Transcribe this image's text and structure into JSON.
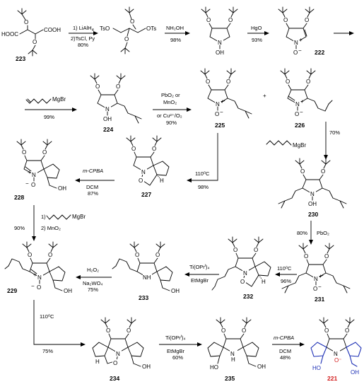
{
  "compounds": {
    "c223": "223",
    "c222": "222",
    "c224": "224",
    "c225": "225",
    "c226": "226",
    "c227": "227",
    "c228": "228",
    "c230": "230",
    "c229": "229",
    "c233": "233",
    "c232": "232",
    "c231": "231",
    "c234": "234",
    "c235": "235",
    "c221": "221"
  },
  "atoms": {
    "hooc": "HOOC",
    "cooh": "COOH",
    "o": "O",
    "ots": "OTs",
    "tso": "TsO",
    "n": "N",
    "oh": "OH",
    "nh": "NH",
    "n_plus": "N",
    "plus": "+",
    "o_minus": "O",
    "minus": "−",
    "h": "H",
    "mgbr": "MgBr",
    "ho": "HO",
    "o_minus_full": "O⁻"
  },
  "conditions": {
    "s1_line1": "1) LiAlH",
    "s1_line1_sub": "4",
    "s1_line2": "2)TsCl, Py",
    "s1_yield": "80%",
    "s2_reagent": "NH₂OH",
    "s2_yield": "98%",
    "s3_reagent": "HgO",
    "s3_yield": "93%",
    "s4_yield": "99%",
    "s5_line1": "PbO₂ or",
    "s5_line2": "MnO₂",
    "s5_line3": "or Cu²⁺/O₂",
    "s5_yield": "90%",
    "s6_temp": "110⁰C",
    "s6_yield": "98%",
    "s7_line1": "m-CPBA",
    "s7_line2": "DCM",
    "s7_yield": "87%",
    "s8_yield": "70%",
    "s9_yield": "90%",
    "s9_line1": "1)",
    "s9_line2": "2) MnO₂",
    "s10_yield": "80%",
    "s10_reagent": "PbO₂",
    "s11_line1": "H₂O₂",
    "s11_line2": "Na₂WO₄",
    "s11_yield": "75%",
    "s12_line1": "Ti(OPr",
    "s12_line1b": "i",
    "s12_line1c": ")₄",
    "s12_line2": "EtMgBr",
    "s13_temp": "110⁰C",
    "s13_yield": "96%",
    "s14_temp": "110⁰C",
    "s14_yield": "75%",
    "s15_line1": "Ti(OPr",
    "s15_line1b": "i",
    "s15_line1c": ")₄",
    "s15_line2": "EtMgBr",
    "s15_yield": "60%",
    "s16_line1": "m-CPBA",
    "s16_line2": "DCM",
    "s16_yield": "48%"
  },
  "colors": {
    "blue": "#1c2fb5",
    "red": "#d21a1a"
  }
}
